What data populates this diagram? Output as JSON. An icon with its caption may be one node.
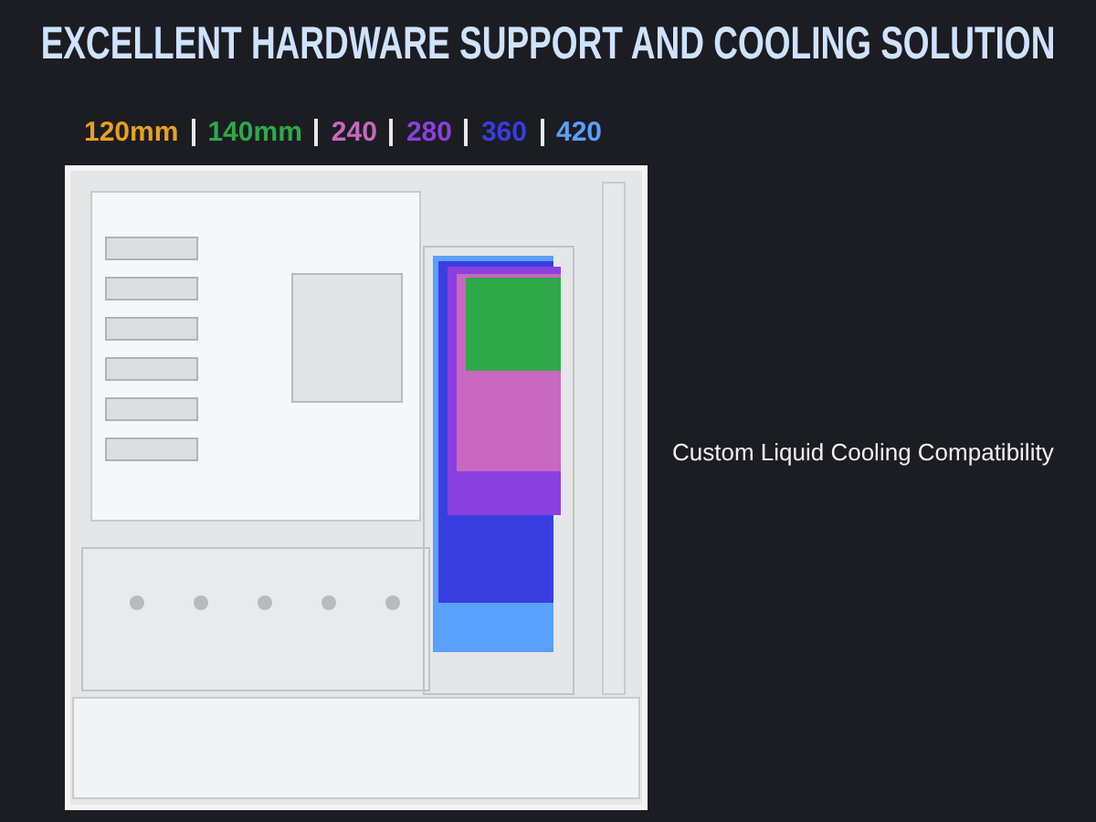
{
  "diagram": {
    "title": "EXCELLENT HARDWARE SUPPORT AND COOLING SOLUTION",
    "labels": [
      "Custom Liquid Cooling Compatibility"
    ],
    "legend": [
      {
        "text": "120mm",
        "color": "#e8a020"
      },
      {
        "text": "140mm",
        "color": "#2fa84a"
      },
      {
        "text": "240",
        "color": "#c868c0"
      },
      {
        "text": "280",
        "color": "#8a40e0"
      },
      {
        "text": "360",
        "color": "#3a3ee0"
      },
      {
        "text": "420",
        "color": "#5aa0ff"
      }
    ]
  }
}
